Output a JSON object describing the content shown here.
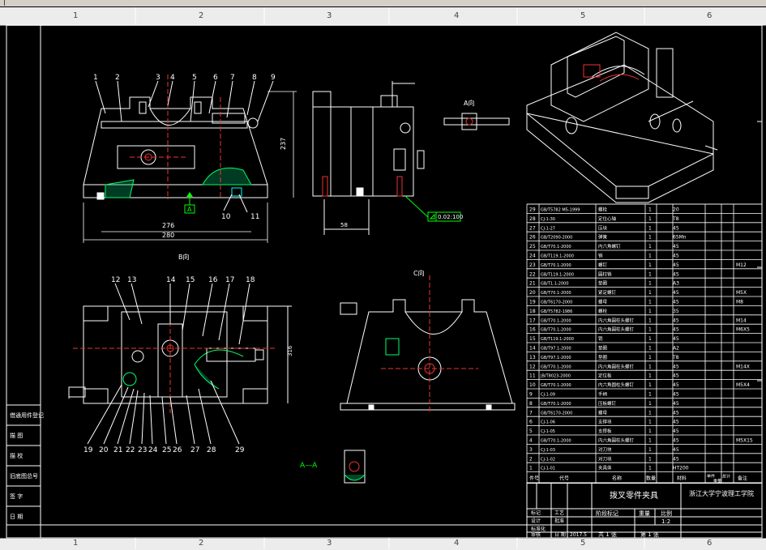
{
  "grid_columns": [
    "1",
    "2",
    "3",
    "4",
    "5",
    "6"
  ],
  "balloons_top": [
    "1",
    "2",
    "3",
    "4",
    "5",
    "6",
    "7",
    "8",
    "9"
  ],
  "balloons_mid": [
    "12",
    "13",
    "14",
    "15",
    "16",
    "17",
    "18"
  ],
  "balloons_bottom": [
    "19",
    "20",
    "21",
    "22",
    "23",
    "24",
    "25",
    "26",
    "27",
    "28",
    "29"
  ],
  "balloons_side": [
    "10",
    "11"
  ],
  "datum_label": "A",
  "tolerance_frame": "0.02:100",
  "view_b_label": "B向",
  "view_a_label": "A向",
  "view_c_label": "C向",
  "section_label": "A—A",
  "dims": {
    "d237": "237",
    "d276": "276",
    "d280": "280",
    "d58": "58",
    "d316": "316"
  },
  "left_labels": [
    "借通用件登记",
    "描 图",
    "描 校",
    "旧底图总号",
    "签 字",
    "日 期"
  ],
  "bom_rows": [
    {
      "no": "29",
      "code": "GB/T5782 M5-1999",
      "name": "螺栓",
      "qty": "1",
      "mat": "20",
      "note": ""
    },
    {
      "no": "28",
      "code": "CJ-1-30",
      "name": "定位心轴",
      "qty": "1",
      "mat": "T8",
      "note": ""
    },
    {
      "no": "27",
      "code": "CJ-1-27",
      "name": "压块",
      "qty": "1",
      "mat": "45",
      "note": ""
    },
    {
      "no": "26",
      "code": "GB/T2090-2000",
      "name": "弹簧",
      "qty": "1",
      "mat": "65Mn",
      "note": ""
    },
    {
      "no": "25",
      "code": "GB/T70.1-2000",
      "name": "内六角螺钉",
      "qty": "1",
      "mat": "45",
      "note": ""
    },
    {
      "no": "24",
      "code": "GB/T119.1-2000",
      "name": "销",
      "qty": "1",
      "mat": "45",
      "note": ""
    },
    {
      "no": "23",
      "code": "GB/T70.1-2000",
      "name": "螺钉",
      "qty": "1",
      "mat": "45",
      "note": "M12"
    },
    {
      "no": "22",
      "code": "GB/T119.1-2000",
      "name": "圆柱销",
      "qty": "1",
      "mat": "45",
      "note": ""
    },
    {
      "no": "21",
      "code": "GB/T1.1-2000",
      "name": "垫圈",
      "qty": "1",
      "mat": "A3",
      "note": ""
    },
    {
      "no": "20",
      "code": "GB/T70.1-2000",
      "name": "紧定螺钉",
      "qty": "1",
      "mat": "45",
      "note": "M5X"
    },
    {
      "no": "19",
      "code": "GB/T6170-2000",
      "name": "螺母",
      "qty": "1",
      "mat": "45",
      "note": "M8"
    },
    {
      "no": "18",
      "code": "GB/T5782-1986",
      "name": "螺栓",
      "qty": "1",
      "mat": "35",
      "note": ""
    },
    {
      "no": "17",
      "code": "GB/T70.1-2000",
      "name": "内六角圆柱头螺钉",
      "qty": "1",
      "mat": "45",
      "note": "M14"
    },
    {
      "no": "16",
      "code": "GB/T70.1-2000",
      "name": "内六角圆柱头螺钉",
      "qty": "1",
      "mat": "45",
      "note": "M6X5"
    },
    {
      "no": "15",
      "code": "GB/T119.1-2000",
      "name": "销",
      "qty": "1",
      "mat": "45",
      "note": ""
    },
    {
      "no": "14",
      "code": "GB/T97.1-2000",
      "name": "垫圈",
      "qty": "1",
      "mat": "A2",
      "note": ""
    },
    {
      "no": "13",
      "code": "GB/T97.1-2000",
      "name": "垫圈",
      "qty": "1",
      "mat": "T8",
      "note": ""
    },
    {
      "no": "12",
      "code": "GB/T70.1-2000",
      "name": "内六角圆柱头螺钉",
      "qty": "1",
      "mat": "45",
      "note": "M14X"
    },
    {
      "no": "11",
      "code": "JB/T8023-2000",
      "name": "定位板",
      "qty": "1",
      "mat": "45",
      "note": ""
    },
    {
      "no": "10",
      "code": "GB/T70.1-2000",
      "name": "内六角圆柱头螺钉",
      "qty": "1",
      "mat": "45",
      "note": "M5X4"
    },
    {
      "no": "9",
      "code": "CJ-1-09",
      "name": "手柄",
      "qty": "1",
      "mat": "45",
      "note": ""
    },
    {
      "no": "8",
      "code": "GB/T70.1-2000",
      "name": "压板螺钉",
      "qty": "1",
      "mat": "45",
      "note": ""
    },
    {
      "no": "7",
      "code": "GB/T6170-2000",
      "name": "螺母",
      "qty": "1",
      "mat": "45",
      "note": ""
    },
    {
      "no": "6",
      "code": "CJ-1-06",
      "name": "支撑块",
      "qty": "1",
      "mat": "45",
      "note": ""
    },
    {
      "no": "5",
      "code": "CJ-1-05",
      "name": "支撑板",
      "qty": "1",
      "mat": "45",
      "note": ""
    },
    {
      "no": "4",
      "code": "GB/T70.1-2000",
      "name": "内六角圆柱头螺钉",
      "qty": "1",
      "mat": "45",
      "note": "M5X15"
    },
    {
      "no": "3",
      "code": "CJ-1-03",
      "name": "对刀块",
      "qty": "1",
      "mat": "45",
      "note": ""
    },
    {
      "no": "2",
      "code": "CJ-1-02",
      "name": "对刀块",
      "qty": "1",
      "mat": "45",
      "note": ""
    },
    {
      "no": "1",
      "code": "CJ-1-01",
      "name": "夹具体",
      "qty": "1",
      "mat": "HT200",
      "note": ""
    }
  ],
  "bom_header": {
    "no": "件号",
    "code": "代号",
    "name": "名称",
    "qty": "数量",
    "mat": "材料",
    "w1": "单件",
    "w2": "总计",
    "wt": "重量",
    "note": "备注"
  },
  "title_block": {
    "drawing_title": "拨叉零件夹具",
    "school": "浙江大学宁波理工学院",
    "scale": "1:2",
    "stage_label": "阶段标记",
    "weight_label": "重量",
    "ratio_label": "比例",
    "sheet": "共 1 张",
    "page": "第 1 张",
    "date": "2017.5",
    "marks": "标记",
    "design": "设计",
    "std": "标准化",
    "audit": "审核",
    "process": "工艺",
    "approve": "批准",
    "date_label": "日 期"
  }
}
